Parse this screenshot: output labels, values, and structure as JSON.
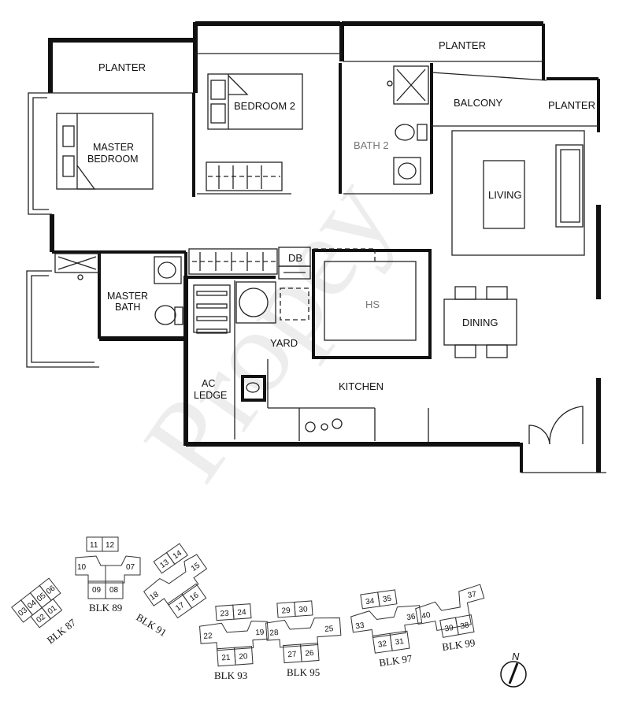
{
  "floor_plan": {
    "rooms": {
      "planter_top_left": "PLANTER",
      "planter_top_right": "PLANTER",
      "planter_right": "PLANTER",
      "bedroom_2": "BEDROOM 2",
      "master_bedroom_line1": "MASTER",
      "master_bedroom_line2": "BEDROOM",
      "bath_2": "BATH 2",
      "balcony": "BALCONY",
      "living": "LIVING",
      "db": "DB",
      "master_bath_line1": "MASTER",
      "master_bath_line2": "BATH",
      "hs": "HS",
      "dining": "DINING",
      "yard": "YARD",
      "ac_ledge_line1": "AC",
      "ac_ledge_line2": "LEDGE",
      "kitchen": "KITCHEN"
    },
    "watermark": "Propey"
  },
  "site_plan": {
    "blocks": [
      {
        "label": "BLK 87",
        "units": [
          "03",
          "04",
          "05",
          "06",
          "02",
          "01"
        ]
      },
      {
        "label": "BLK 89",
        "units": [
          "11",
          "12",
          "10",
          "07",
          "09",
          "08"
        ]
      },
      {
        "label": "BLK 91",
        "units": [
          "13",
          "14",
          "18",
          "17",
          "16",
          "15"
        ]
      },
      {
        "label": "BLK 93",
        "units": [
          "23",
          "24",
          "22",
          "19",
          "21",
          "20"
        ]
      },
      {
        "label": "BLK 95",
        "units": [
          "29",
          "30",
          "28",
          "25",
          "27",
          "26"
        ]
      },
      {
        "label": "BLK 97",
        "units": [
          "34",
          "35",
          "33",
          "36",
          "32",
          "31"
        ]
      },
      {
        "label": "BLK 99",
        "units": [
          "40",
          "37",
          "39",
          "38"
        ]
      }
    ],
    "north_label": "N"
  }
}
